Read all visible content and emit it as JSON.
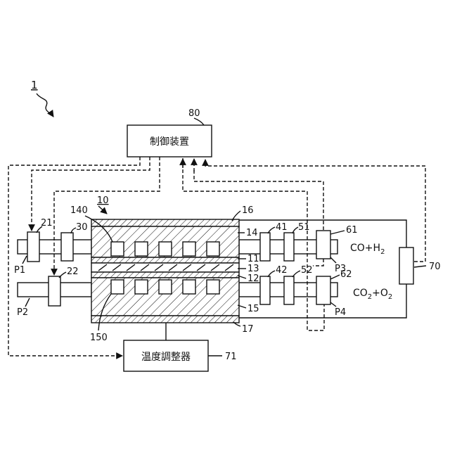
{
  "labels": {
    "system": "1",
    "controller_ref": "80",
    "controller_text": "制御装置",
    "temp_ref": "71",
    "temp_text": "温度調整器",
    "cell": "10",
    "r140": "140",
    "r150": "150",
    "r16": "16",
    "r17": "17",
    "r14": "14",
    "r11": "11",
    "r13": "13",
    "r12": "12",
    "r15": "15",
    "r21": "21",
    "r22": "22",
    "r30": "30",
    "r41": "41",
    "r42": "42",
    "r51": "51",
    "r52": "52",
    "r61": "61",
    "r62": "62",
    "r70": "70",
    "p1": "P1",
    "p2": "P2",
    "p3": "P3",
    "p4": "P4"
  },
  "products": {
    "top": {
      "a": "CO+H",
      "sub": "2"
    },
    "bottom": {
      "a": "CO",
      "sub1": "2",
      "b": "+O",
      "sub2": "2"
    }
  }
}
